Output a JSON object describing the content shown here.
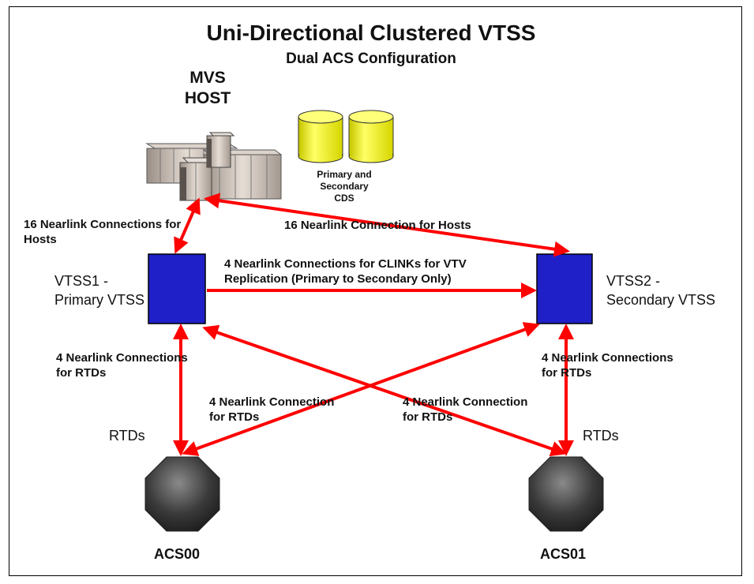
{
  "title": "Uni-Directional Clustered VTSS",
  "subtitle": "Dual ACS Configuration",
  "host": {
    "line1": "MVS",
    "line2": "HOST"
  },
  "cds": {
    "line1": "Primary and",
    "line2": "Secondary",
    "line3": "CDS"
  },
  "vtss1": {
    "line1": "VTSS1 -",
    "line2": "Primary VTSS"
  },
  "vtss2": {
    "line1": "VTSS2 -",
    "line2": "Secondary VTSS"
  },
  "links": {
    "host_vtss1": {
      "line1": "16 Nearlink Connections for",
      "line2": "Hosts"
    },
    "host_vtss2": "16 Nearlink Connection for Hosts",
    "clink": {
      "line1": "4 Nearlink Connections for CLINKs for VTV",
      "line2": "Replication (Primary to Secondary Only)"
    },
    "vtss1_rtd": {
      "line1": "4 Nearlink Connections",
      "line2": "for RTDs"
    },
    "vtss2_rtd": {
      "line1": "4 Nearlink Connections",
      "line2": "for RTDs"
    },
    "cross_left": {
      "line1": "4 Nearlink Connection",
      "line2": "for RTDs"
    },
    "cross_right": {
      "line1": "4 Nearlink Connection",
      "line2": "for RTDs"
    }
  },
  "rtds_left": "RTDs",
  "rtds_right": "RTDs",
  "acs0": "ACS00",
  "acs1": "ACS01",
  "colors": {
    "arrow": "#ff0000",
    "vtss": "#2020c8",
    "cds": "#ffff33",
    "acs": "#4a4a4a"
  },
  "icons": [
    "mainframe-host-icon",
    "database-cylinder-icon",
    "vtss-box-icon",
    "acs-library-icon"
  ]
}
